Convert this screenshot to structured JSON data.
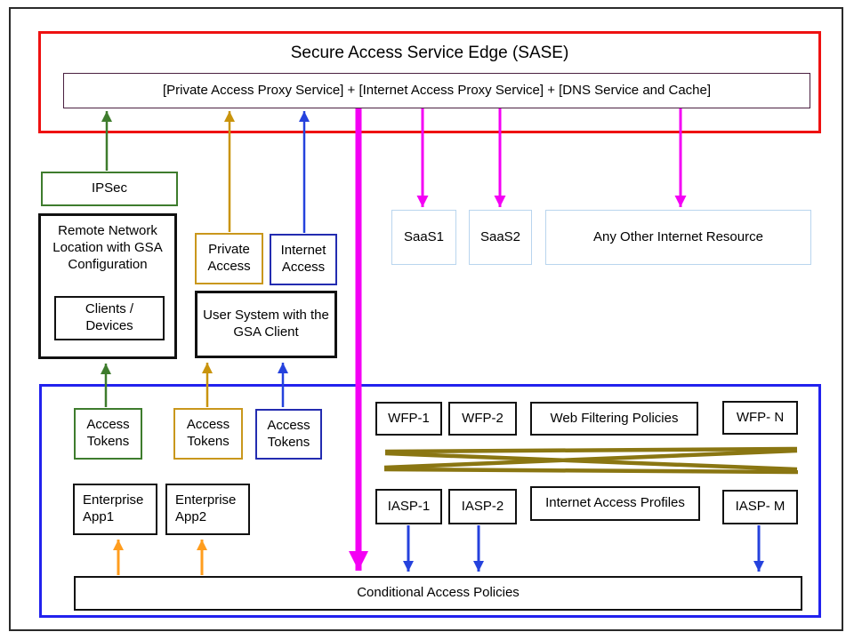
{
  "diagram": {
    "title": "Secure Access Service Edge (SASE)",
    "proxy_bar": "[Private Access Proxy Service] + [Internet Access Proxy Service] + [DNS Service and Cache]",
    "nodes": {
      "ipsec": "IPSec",
      "remote_network": "Remote Network Location with GSA Configuration",
      "clients_devices": "Clients / Devices",
      "private_access": "Private Access",
      "internet_access": "Internet Access",
      "user_system": "User System with the GSA Client",
      "saas1": "SaaS1",
      "saas2": "SaaS2",
      "other_internet": "Any Other Internet Resource",
      "access_tokens_site": "Access Tokens",
      "access_tokens_private": "Access Tokens",
      "access_tokens_internet": "Access Tokens",
      "enterprise_app1": "Enterprise App1",
      "enterprise_app2": "Enterprise App2",
      "wfp1": "WFP-1",
      "wfp2": "WFP-2",
      "web_filtering": "Web Filtering Policies",
      "wfpn": "WFP- N",
      "iasp1": "IASP-1",
      "iasp2": "IASP-2",
      "internet_profiles": "Internet Access Profiles",
      "iaspm": "IASP- M",
      "conditional_access": "Conditional Access Policies"
    },
    "edges": [
      {
        "from": "IPSec",
        "to": "SASE proxy services",
        "color": "green",
        "direction": "up"
      },
      {
        "from": "Private Access",
        "to": "SASE proxy services",
        "color": "gold",
        "direction": "up"
      },
      {
        "from": "Internet Access",
        "to": "SASE proxy services",
        "color": "blue",
        "direction": "up"
      },
      {
        "from": "SASE proxy services",
        "to": "Conditional Access Policies",
        "color": "magenta",
        "style": "thick",
        "direction": "down"
      },
      {
        "from": "SASE proxy services",
        "to": "SaaS1",
        "color": "magenta",
        "direction": "down"
      },
      {
        "from": "SASE proxy services",
        "to": "SaaS2",
        "color": "magenta",
        "direction": "down"
      },
      {
        "from": "SASE proxy services",
        "to": "Any Other Internet Resource",
        "color": "magenta",
        "direction": "down"
      },
      {
        "from": "Access Tokens (site)",
        "to": "Remote Network Location with GSA Configuration",
        "color": "green",
        "direction": "up"
      },
      {
        "from": "Access Tokens (private)",
        "to": "User System with the GSA Client",
        "color": "gold",
        "direction": "up"
      },
      {
        "from": "Access Tokens (internet)",
        "to": "User System with the GSA Client",
        "color": "blue",
        "direction": "up"
      },
      {
        "from": "Conditional Access Policies",
        "to": "Enterprise App1",
        "color": "orange",
        "direction": "up"
      },
      {
        "from": "Conditional Access Policies",
        "to": "Enterprise App2",
        "color": "orange",
        "direction": "up"
      },
      {
        "from": "IASP-1",
        "to": "Conditional Access Policies",
        "color": "blue",
        "direction": "down"
      },
      {
        "from": "IASP-2",
        "to": "Conditional Access Policies",
        "color": "blue",
        "direction": "down"
      },
      {
        "from": "IASP- M",
        "to": "Conditional Access Policies",
        "color": "blue",
        "direction": "down"
      },
      {
        "from": "Web Filtering Policies row",
        "to": "Internet Access Profiles row",
        "color": "olive",
        "style": "crisscross-mesh"
      }
    ],
    "colors": {
      "sase_border": "#ee1111",
      "proxy_bar_border": "#4a2040",
      "policy_zone_border": "#2222ee",
      "green": "#3e7c2d",
      "gold": "#c9940c",
      "blue_arrow": "#2542dd",
      "navy_border": "#232cb0",
      "magenta": "#f400f4",
      "orange": "#ff9d1e",
      "olive_mesh": "#8a7612",
      "saas_border": "#b9d5ee",
      "black_border": "#111111"
    }
  }
}
